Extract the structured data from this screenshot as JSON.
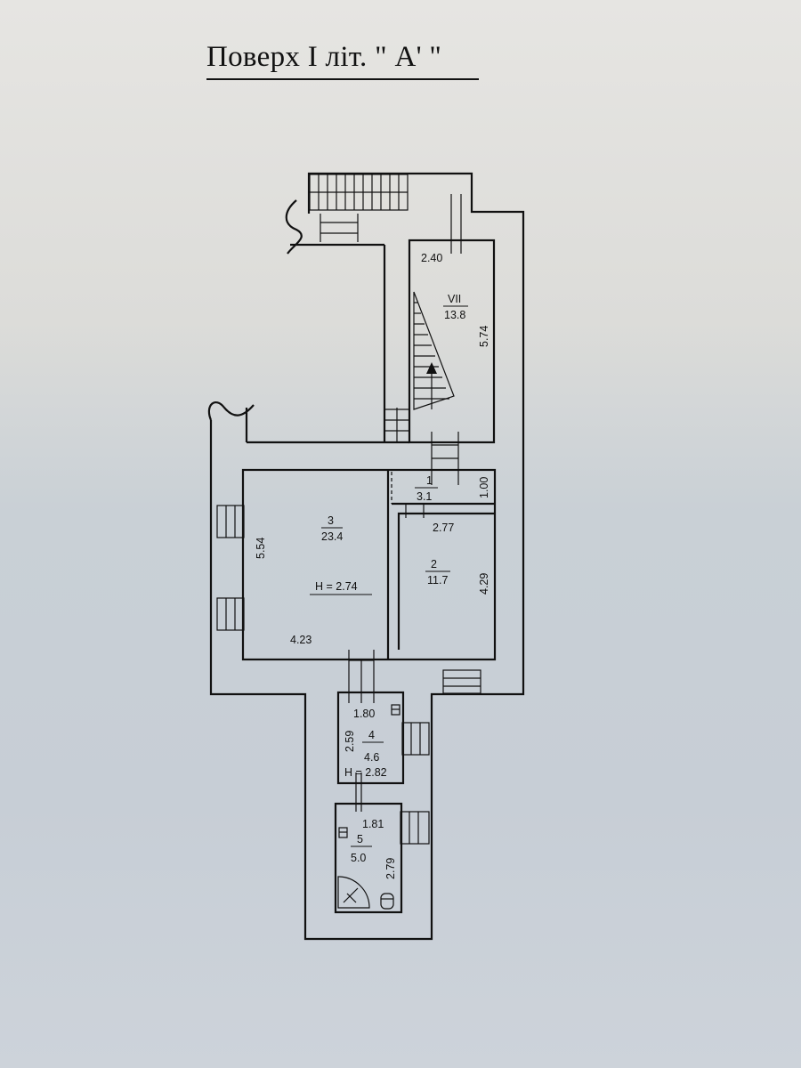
{
  "title": "Поверх І літ. \" А' \"",
  "rooms": [
    {
      "id": "VII",
      "number": "VII",
      "area": "13.8",
      "dims": [
        "2.40",
        "5.74"
      ]
    },
    {
      "id": "3",
      "number": "3",
      "area": "23.4",
      "height": "H = 2.74",
      "dims": [
        "5.54",
        "4.23"
      ]
    },
    {
      "id": "1",
      "number": "1",
      "area": "3.1",
      "dims": [
        "1.00"
      ]
    },
    {
      "id": "2",
      "number": "2",
      "area": "11.7",
      "dims": [
        "2.77",
        "4.29"
      ]
    },
    {
      "id": "4",
      "number": "4",
      "area": "4.6",
      "height": "H = 2.82",
      "dims": [
        "1.80",
        "2.59"
      ]
    },
    {
      "id": "5",
      "number": "5",
      "area": "5.0",
      "dims": [
        "1.81",
        "2.79"
      ]
    }
  ]
}
